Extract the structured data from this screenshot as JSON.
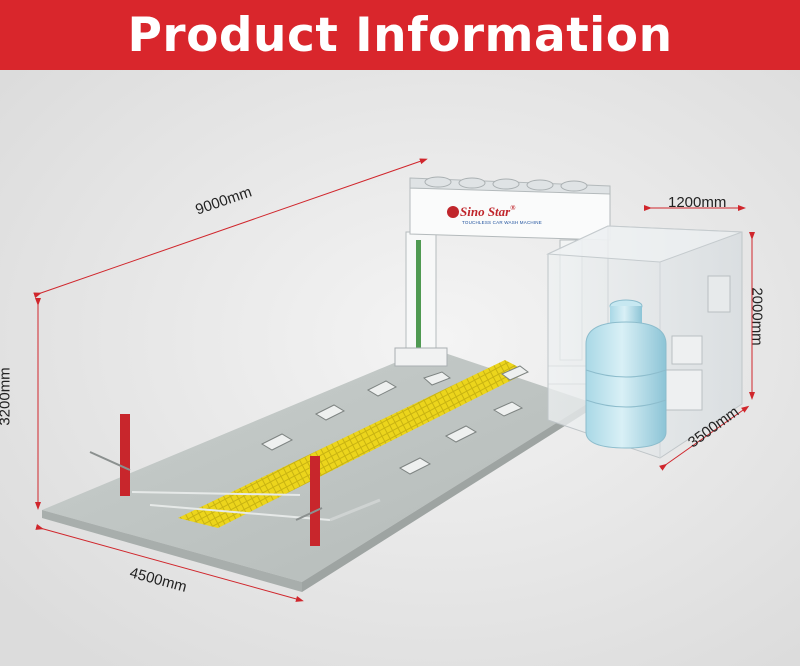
{
  "header": {
    "title": "Product Information"
  },
  "dimensions": {
    "length": "9000mm",
    "width": "4500mm",
    "height": "3200mm",
    "room_width": "1200mm",
    "room_height": "2000mm",
    "room_depth": "3500mm"
  },
  "brand": {
    "name": "Sino Star",
    "mark": "®",
    "tagline": "TOUCHLESS CAR WASH MACHINE"
  },
  "colors": {
    "banner": "#d9262c",
    "dimension_line": "#d0262c",
    "tread_strip": "#ecd51c",
    "post": "#c8262c"
  }
}
